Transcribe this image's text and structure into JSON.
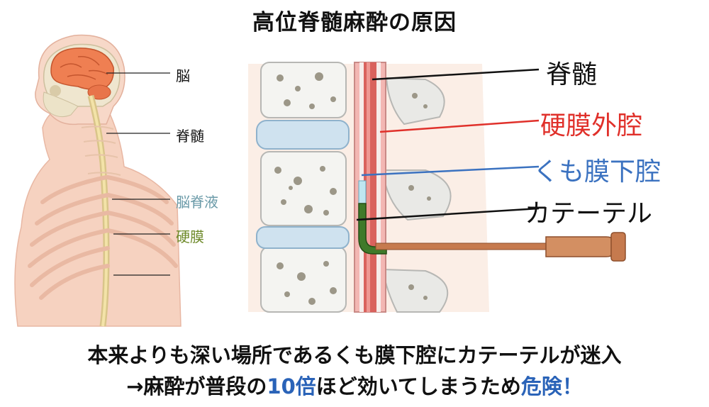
{
  "title": "高位脊髄麻酔の原因",
  "body_labels": {
    "brain": "脳",
    "spinal_cord": "脊髄",
    "csf": "脳脊液",
    "dura": "硬膜"
  },
  "spine_labels": {
    "spinal_cord": "脊髄",
    "epidural": "硬膜外腔",
    "subarachnoid": "くも膜下腔",
    "catheter": "カテーテル"
  },
  "colors": {
    "epidural": "#e0302a",
    "subarachnoid": "#3b72c0",
    "csf_label": "#6a9aa8",
    "dura_label": "#6e8a2a",
    "accent_blue": "#2a63b8",
    "accent_red": "#c0182a"
  },
  "bottom": {
    "line1": "本来よりも深い場所であるくも膜下腔にカテーテルが迷入",
    "line2_a": "→麻酔が普段の",
    "line2_b": "10倍",
    "line2_c": "ほど効いてしまうため",
    "line2_d": "危険！"
  }
}
